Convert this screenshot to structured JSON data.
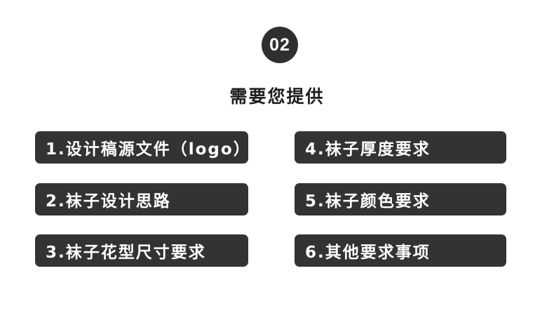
{
  "badge": "02",
  "title": "需要您提供",
  "items": [
    "1.设计稿源文件（logo）",
    "2.袜子设计思路",
    "3.袜子花型尺寸要求",
    "4.袜子厚度要求",
    "5.袜子颜色要求",
    "6.其他要求事项"
  ],
  "colors": {
    "badge_bg": "#2f2f2f",
    "item_bg": "#333333",
    "item_text": "#ffffff",
    "title_text": "#1e1e1e"
  }
}
